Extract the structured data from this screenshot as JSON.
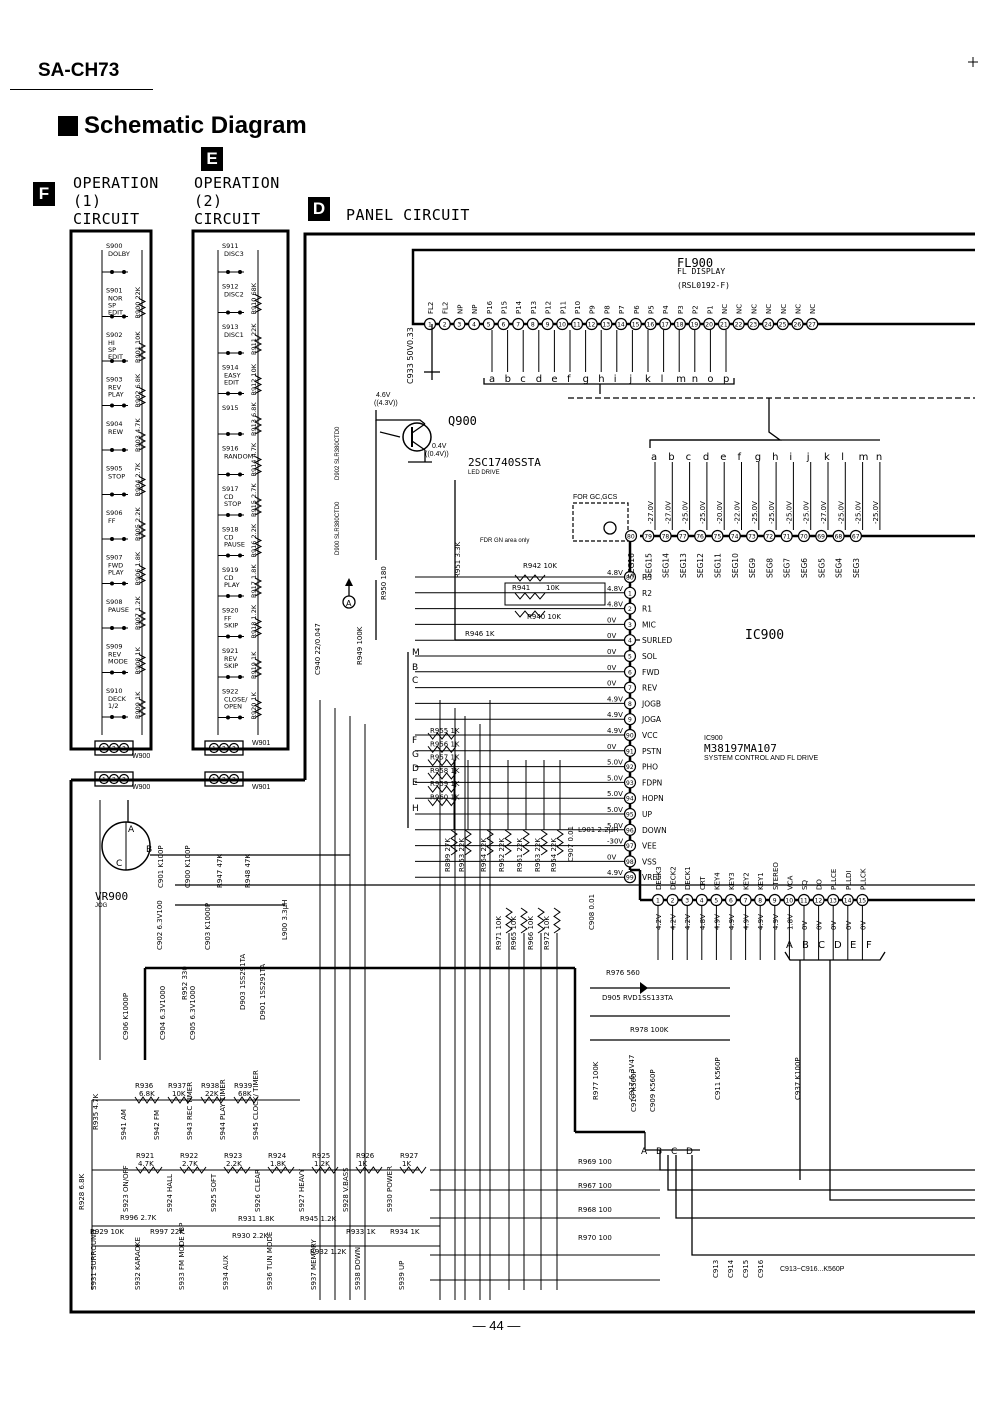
{
  "header": {
    "model": "SA-CH73",
    "title": "Schematic Diagram"
  },
  "sections": {
    "f": {
      "letter": "F",
      "line1": "OPERATION",
      "line2": "(1)",
      "line3": "CIRCUIT"
    },
    "e": {
      "letter": "E",
      "line1": "OPERATION",
      "line2": "(2)",
      "line3": "CIRCUIT"
    },
    "d": {
      "letter": "D",
      "label": "PANEL CIRCUIT"
    }
  },
  "fl_display": {
    "ref": "FL900",
    "name": "FL DISPLAY",
    "part": "(RSL0192-F)"
  },
  "fl_pins": [
    "FL2",
    "FL2",
    "NP",
    "NP",
    "P16",
    "P15",
    "P14",
    "P13",
    "P12",
    "P11",
    "P10",
    "P9",
    "P8",
    "P7",
    "P6",
    "P5",
    "P4",
    "P3",
    "P2",
    "P1",
    "NC",
    "NC",
    "NC",
    "NC",
    "NC",
    "NC",
    "NC"
  ],
  "fl_letters": [
    "a",
    "b",
    "c",
    "d",
    "e",
    "f",
    "g",
    "h",
    "i",
    "j",
    "k",
    "l",
    "m",
    "n",
    "o",
    "p"
  ],
  "ic": {
    "ref": "IC900",
    "part_ref": "IC900",
    "part": "M38197MA107",
    "desc": "SYSTEM CONTROL AND FL DRIVE",
    "left_pins": [
      {
        "num": "80",
        "label": "R3",
        "v": "4.8V"
      },
      {
        "num": "1",
        "label": "R2",
        "v": "4.8V"
      },
      {
        "num": "2",
        "label": "R1",
        "v": "4.8V"
      },
      {
        "num": "3",
        "label": "MIC",
        "v": "0V"
      },
      {
        "num": "4",
        "label": "SURLED",
        "v": "0V"
      },
      {
        "num": "5",
        "label": "SOL",
        "v": "0V"
      },
      {
        "num": "6",
        "label": "FWD",
        "v": "0V"
      },
      {
        "num": "7",
        "label": "REV",
        "v": "0V"
      },
      {
        "num": "8",
        "label": "JOGB",
        "v": "4.9V"
      },
      {
        "num": "9",
        "label": "JOGA",
        "v": "4.9V"
      },
      {
        "num": "90",
        "label": "VCC",
        "v": "4.9V"
      },
      {
        "num": "91",
        "label": "PSTN",
        "v": "0V"
      },
      {
        "num": "92",
        "label": "PHO",
        "v": "5.0V"
      },
      {
        "num": "93",
        "label": "FDPN",
        "v": "5.0V"
      },
      {
        "num": "94",
        "label": "HOPN",
        "v": "5.0V"
      },
      {
        "num": "95",
        "label": "UP",
        "v": "5.0V"
      },
      {
        "num": "96",
        "label": "DOWN",
        "v": "5.0V"
      },
      {
        "num": "97",
        "label": "VEE",
        "v": "-30V"
      },
      {
        "num": "98",
        "label": "VSS",
        "v": "0V"
      },
      {
        "num": "99",
        "label": "VREF",
        "v": "4.9V"
      }
    ],
    "top_pins": [
      {
        "num": "80",
        "label": "SEG16",
        "v": "-27.0V",
        "l": "a"
      },
      {
        "num": "79",
        "label": "SEG15",
        "v": "-27.0V",
        "l": "b"
      },
      {
        "num": "78",
        "label": "SEG14",
        "v": "-25.0V",
        "l": "c"
      },
      {
        "num": "77",
        "label": "SEG13",
        "v": "-25.0V",
        "l": "d"
      },
      {
        "num": "76",
        "label": "SEG12",
        "v": "-20.0V",
        "l": "e"
      },
      {
        "num": "75",
        "label": "SEG11",
        "v": "-22.0V",
        "l": "f"
      },
      {
        "num": "74",
        "label": "SEG10",
        "v": "-25.0V",
        "l": "g"
      },
      {
        "num": "73",
        "label": "SEG9",
        "v": "-25.0V",
        "l": "h"
      },
      {
        "num": "72",
        "label": "SEG8",
        "v": "-25.0V",
        "l": "i"
      },
      {
        "num": "71",
        "label": "SEG7",
        "v": "-25.0V",
        "l": "j"
      },
      {
        "num": "70",
        "label": "SEG6",
        "v": "-27.0V",
        "l": "k"
      },
      {
        "num": "69",
        "label": "SEG5",
        "v": "-25.0V",
        "l": "l"
      },
      {
        "num": "68",
        "label": "SEG4",
        "v": "-25.0V",
        "l": "m"
      },
      {
        "num": "67",
        "label": "SEG3",
        "v": "-25.0V",
        "l": "n"
      }
    ],
    "bottom_pins": [
      {
        "num": "1",
        "label": "DECK3",
        "v": "4.2V"
      },
      {
        "num": "2",
        "label": "DECK2",
        "v": "4.2V"
      },
      {
        "num": "3",
        "label": "DECK1",
        "v": "4.2V"
      },
      {
        "num": "4",
        "label": "CRT",
        "v": "4.8V"
      },
      {
        "num": "5",
        "label": "KEY4",
        "v": "4.9V"
      },
      {
        "num": "6",
        "label": "KEY3",
        "v": "4.9V"
      },
      {
        "num": "7",
        "label": "KEY2",
        "v": "4.9V"
      },
      {
        "num": "8",
        "label": "KEY1",
        "v": "4.9V"
      },
      {
        "num": "9",
        "label": "STEREO",
        "v": "4.9V"
      },
      {
        "num": "10",
        "label": "VCA",
        "v": "1.8V"
      },
      {
        "num": "11",
        "label": "SQ",
        "v": "0V"
      },
      {
        "num": "12",
        "label": "DO",
        "v": "0V"
      },
      {
        "num": "13",
        "label": "PLLCE",
        "v": "0V"
      },
      {
        "num": "14",
        "label": "PLLDI",
        "v": "0V"
      },
      {
        "num": "15",
        "label": "PLLCK",
        "v": "0V"
      }
    ],
    "bus_letters": [
      "A",
      "B",
      "C",
      "D",
      "E",
      "F"
    ]
  },
  "q900": {
    "ref": "Q900",
    "part": "2SC1740SSTA",
    "desc": "LED DRIVE",
    "v1": "4.6V",
    "v1b": "((4.3V))",
    "v2": "0.4V",
    "v2b": "((0.4V))"
  },
  "led": {
    "d902": "D902 SLR380CTD0",
    "d900": "D900 SLR380CTD0"
  },
  "notes": {
    "gc": "FOR GC,GCS",
    "fdr": "FDR GN area only",
    "c913": "C913~C916...K560P"
  },
  "op1_switches": [
    {
      "s": "S900",
      "n": "DOLBY",
      "r": ""
    },
    {
      "s": "S901",
      "n": "NOR SP EDIT",
      "r": "R900 22K"
    },
    {
      "s": "S902",
      "n": "HI SP EDIT",
      "r": "R901 10K"
    },
    {
      "s": "S903",
      "n": "REV PLAY",
      "r": "R902 6.8K"
    },
    {
      "s": "S904",
      "n": "REW",
      "r": "R903 4.7K"
    },
    {
      "s": "S905",
      "n": "STOP",
      "r": "R904 2.7K"
    },
    {
      "s": "S906",
      "n": "FF",
      "r": "R905 2.2K"
    },
    {
      "s": "S907",
      "n": "FWD PLAY",
      "r": "R906 1.8K"
    },
    {
      "s": "S908",
      "n": "PAUSE",
      "r": "R907 1.2K"
    },
    {
      "s": "S909",
      "n": "REV MODE",
      "r": "R908 1K"
    },
    {
      "s": "S910",
      "n": "DECK 1/2",
      "r": "R909 1K"
    }
  ],
  "op2_switches": [
    {
      "s": "S911",
      "n": "DISC3",
      "r": ""
    },
    {
      "s": "S912",
      "n": "DISC2",
      "r": "R910 68K"
    },
    {
      "s": "S913",
      "n": "DISC1",
      "r": "R911 22K"
    },
    {
      "s": "S914",
      "n": "EASY EDIT",
      "r": "R912 10K"
    },
    {
      "s": "S915",
      "n": "",
      "r": "R913 6.8K"
    },
    {
      "s": "S916",
      "n": "RANDOM",
      "r": "R914 4.7K"
    },
    {
      "s": "S917",
      "n": "CD STOP",
      "r": "R915 2.7K"
    },
    {
      "s": "S918",
      "n": "CD PAUSE",
      "r": "R916 2.2K"
    },
    {
      "s": "S919",
      "n": "CD PLAY",
      "r": "R917 1.8K"
    },
    {
      "s": "S920",
      "n": "FF SKIP",
      "r": "R918 1.2K"
    },
    {
      "s": "S921",
      "n": "REV SKIP",
      "r": "R919 1K"
    },
    {
      "s": "S922",
      "n": "CLOSE/ OPEN",
      "r": "R920 1K"
    }
  ],
  "connectors": {
    "w900": "W900",
    "w901": "W901"
  },
  "mid_components": {
    "r941": "R941",
    "r942": "R942 10K",
    "r941v": "10K",
    "r940": "R940 10K",
    "r946": "R946 1K",
    "r951": "R951 3.3K",
    "r950": "R950 180",
    "c940": "C940 22/0.047",
    "r949": "R949 100K",
    "bus_letters": [
      "M",
      "B",
      "C",
      "F",
      "G",
      "D",
      "E",
      "H"
    ],
    "r955": "R955 1K",
    "r956": "R956 1K",
    "r957": "R957 1K",
    "r958": "R958 1K",
    "r959": "R959 1K",
    "r960": "R960 1K",
    "l901": "L901 2.2μH",
    "r_vert": [
      "R899 27K",
      "R953 22K",
      "R964 22K",
      "R962 22K",
      "R961 22K",
      "R963 22K",
      "R954 22K"
    ],
    "c907": "C907 0.01",
    "c908": "C908 0.01",
    "r_low": [
      "R971 10K",
      "R965 10K",
      "R966 10K",
      "R972 10K"
    ]
  },
  "jog": {
    "ref": "VR900",
    "sub": "JOG",
    "c901": "C901 K100P",
    "c900": "C900 K100P",
    "r947": "R947 47K",
    "r948": "R948 47K",
    "c902": "C902 6.3V100",
    "c903": "C903 K1000P",
    "l900": "L900 3.3μH"
  },
  "lower_left": {
    "c906": "C906 K1000P",
    "c904": "C904 6.3V1000",
    "c905": "C905 6.3V1000",
    "r952": "R952 330",
    "d903": "D903 1SS291TA",
    "d901": "D901 1SS291TA"
  },
  "lower_right": {
    "r976": "R976 560",
    "d905": "D905 RVD1SS133TA",
    "r978": "R978 100K",
    "r977": "R977 100K",
    "c917": "C917 6.3V47",
    "c910": "C910 K560P",
    "c909": "C909 K560P",
    "c911": "C911 K560P",
    "c937": "C937 K100P",
    "r969": "R969 100",
    "r967": "R967 100",
    "r968": "R968 100",
    "r970": "R970 100",
    "c913": "C913",
    "c914": "C914",
    "c915": "C915",
    "c916": "C916",
    "bus": [
      "A",
      "B",
      "C",
      "D"
    ]
  },
  "key_row1": {
    "resistors": [
      "R936 6.8K",
      "R937 10K",
      "R938 22K",
      "R939 68K"
    ],
    "r935": "R935 4.7K",
    "switches": [
      "S941 AM",
      "S942 FM",
      "S943 REC TIMER",
      "S944 PLAY TIMER",
      "S945 CLOCK/ TIMER"
    ]
  },
  "key_row2": {
    "resistors": [
      "R921 4.7K",
      "R922 2.7K",
      "R923 2.2K",
      "R924 1.8K",
      "R925 1.2K",
      "R926 1K",
      "R927 1K"
    ],
    "r928": "R928 6.8K",
    "switches": [
      "S923 ON/OFF",
      "S924 HALL",
      "S925 SOFT",
      "S926 CLEAR",
      "S927 HEAVY",
      "S928 V.BASS",
      "S930 POWER"
    ]
  },
  "key_row3": {
    "resistors": [
      "R996 2.7K",
      "R929 10K",
      "R997 22K",
      "R930 2.2K",
      "R931 1.8K",
      "R945 1.2K",
      "R932 1.2K",
      "R933 1K",
      "R934 1K"
    ],
    "switches": [
      "S931 SURROUND",
      "S932 KARAOKE",
      "S933 FM MODE /BP",
      "S934 AUX",
      "S936 TUN MODE",
      "S937 MEMORY",
      "S938 DOWN",
      "S939 UP"
    ]
  },
  "footer": {
    "page": "— 44 —"
  }
}
